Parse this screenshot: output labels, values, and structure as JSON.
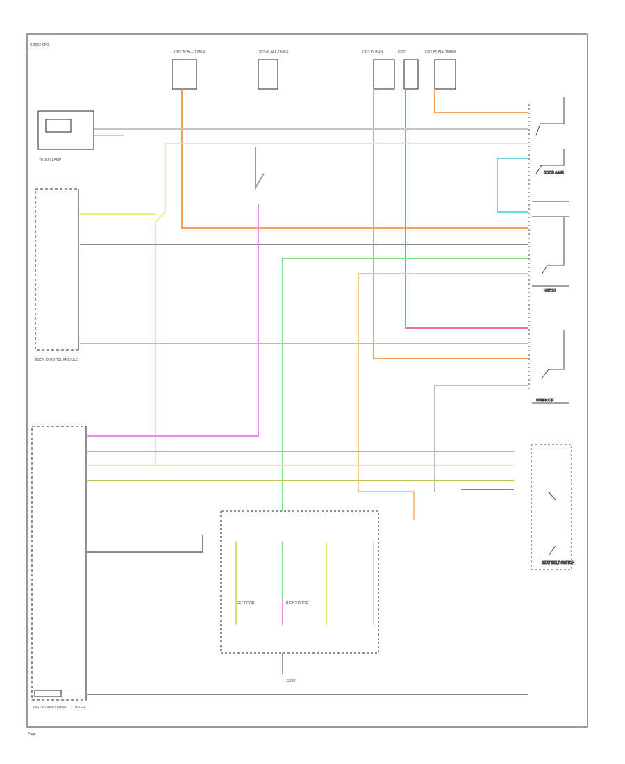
{
  "diagram": {
    "labels": {
      "corner_text": "C 2002 CFG",
      "footer": "Page",
      "trunk_lamp": "TRUNK LAMP",
      "bcm": "BODY CONTROL MODULE",
      "ipc": "INSTRUMENT PANEL CLUSTER",
      "ground": "G200",
      "left_door": "LEFT DOOR",
      "right_door": "RIGHT DOOR",
      "sunroof": "SUNROOF",
      "seatbelt": "SEAT BELT SWITCH",
      "door_ajar": "DOOR AJAR",
      "hatch": "HATCH",
      "fuse_1": "HOT AT ALL TIMES",
      "fuse_2": "HOT AT ALL TIMES",
      "fuse_3": "HOT IN RUN",
      "fuse_4": "HOT",
      "fuse_5": "HOT AT ALL TIMES"
    },
    "wire_colors": {
      "orange": "#f5a35c",
      "pink": "#ef6f9a",
      "yellow": "#f3ec7a",
      "violet": "#e98be9",
      "green": "#7fe27f",
      "light_orange": "#f6c888",
      "cyan": "#6fd6e6",
      "dark_yellow": "#c9c24f",
      "grey": "#9a9a9a",
      "black": "#333333"
    }
  }
}
